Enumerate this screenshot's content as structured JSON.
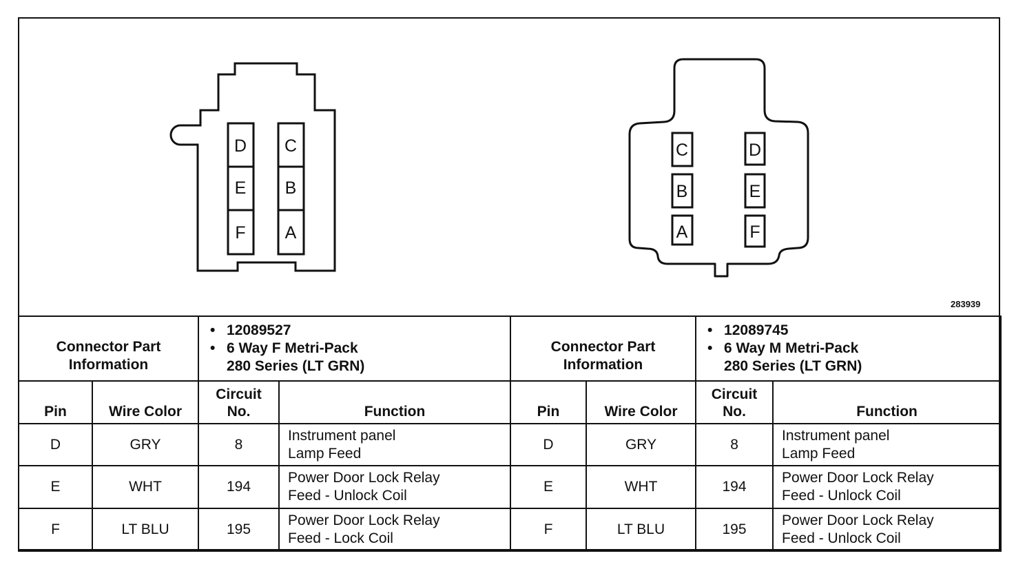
{
  "figure": {
    "id": "283939"
  },
  "female_connector": {
    "pins_left_column": [
      "D",
      "E",
      "F"
    ],
    "pins_right_column": [
      "C",
      "B",
      "A"
    ]
  },
  "male_connector": {
    "pins_left_column": [
      "C",
      "B",
      "A"
    ],
    "pins_right_column": [
      "D",
      "E",
      "F"
    ]
  },
  "left_table": {
    "info_label": "Connector Part Information",
    "part_number": "12089527",
    "part_desc_line1": "6 Way F Metri-Pack",
    "part_desc_line2": "280 Series (LT GRN)",
    "headers": {
      "pin": "Pin",
      "wire": "Wire Color",
      "circuit_1": "Circuit",
      "circuit_2": "No.",
      "function": "Function"
    },
    "rows": [
      {
        "pin": "D",
        "wire": "GRY",
        "circuit": "8",
        "func_1": "Instrument panel",
        "func_2": "Lamp Feed"
      },
      {
        "pin": "E",
        "wire": "WHT",
        "circuit": "194",
        "func_1": "Power Door Lock Relay",
        "func_2": "Feed - Unlock Coil"
      },
      {
        "pin": "F",
        "wire": "LT BLU",
        "circuit": "195",
        "func_1": "Power Door Lock Relay",
        "func_2": "Feed - Lock Coil"
      }
    ]
  },
  "right_table": {
    "info_label": "Connector Part Information",
    "part_number": "12089745",
    "part_desc_line1": "6 Way M Metri-Pack",
    "part_desc_line2": "280 Series (LT GRN)",
    "headers": {
      "pin": "Pin",
      "wire": "Wire Color",
      "circuit_1": "Circuit",
      "circuit_2": "No.",
      "function": "Function"
    },
    "rows": [
      {
        "pin": "D",
        "wire": "GRY",
        "circuit": "8",
        "func_1": "Instrument panel",
        "func_2": "Lamp Feed"
      },
      {
        "pin": "E",
        "wire": "WHT",
        "circuit": "194",
        "func_1": "Power Door Lock Relay",
        "func_2": "Feed - Unlock Coil"
      },
      {
        "pin": "F",
        "wire": "LT BLU",
        "circuit": "195",
        "func_1": "Power Door Lock Relay",
        "func_2": "Feed - Unlock Coil"
      }
    ]
  }
}
